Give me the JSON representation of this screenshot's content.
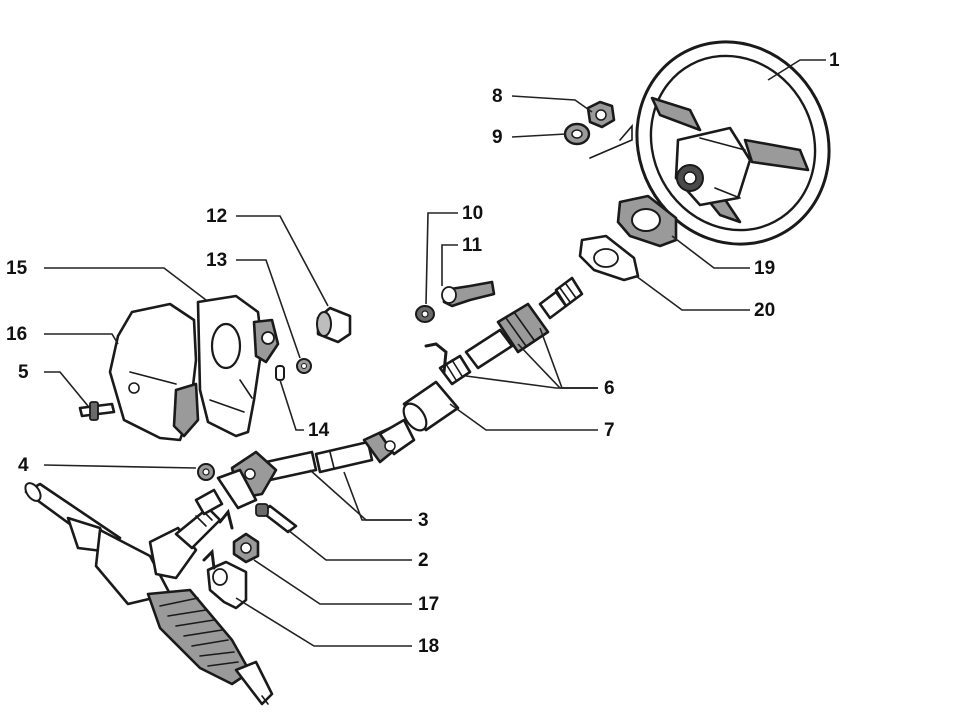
{
  "labels": [
    {
      "id": "1",
      "text": "1"
    },
    {
      "id": "8",
      "text": "8"
    },
    {
      "id": "9",
      "text": "9"
    },
    {
      "id": "10",
      "text": "10"
    },
    {
      "id": "11",
      "text": "11"
    },
    {
      "id": "12",
      "text": "12"
    },
    {
      "id": "13",
      "text": "13"
    },
    {
      "id": "15",
      "text": "15"
    },
    {
      "id": "16",
      "text": "16"
    },
    {
      "id": "5",
      "text": "5"
    },
    {
      "id": "14",
      "text": "14"
    },
    {
      "id": "4",
      "text": "4"
    },
    {
      "id": "19",
      "text": "19"
    },
    {
      "id": "20",
      "text": "20"
    },
    {
      "id": "6",
      "text": "6"
    },
    {
      "id": "7",
      "text": "7"
    },
    {
      "id": "3",
      "text": "3"
    },
    {
      "id": "2",
      "text": "2"
    },
    {
      "id": "17",
      "text": "17"
    },
    {
      "id": "18",
      "text": "18"
    }
  ]
}
